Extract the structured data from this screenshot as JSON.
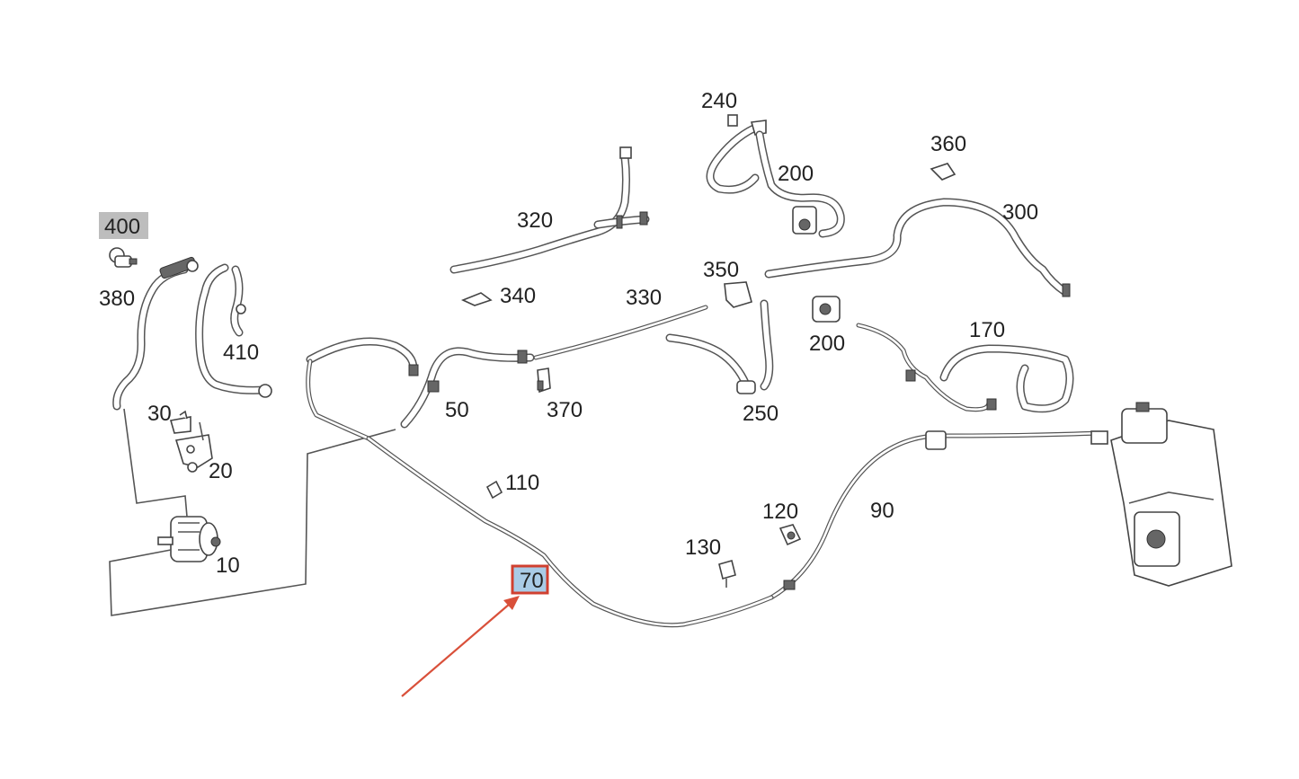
{
  "callouts": {
    "c400": "400",
    "c380": "380",
    "c410": "410",
    "c30": "30",
    "c20": "20",
    "c10": "10",
    "c320": "320",
    "c340": "340",
    "c330": "330",
    "c50": "50",
    "c370": "370",
    "c240": "240",
    "c200a": "200",
    "c360": "360",
    "c300": "300",
    "c350": "350",
    "c200b": "200",
    "c170": "170",
    "c250": "250",
    "c110": "110",
    "c120": "120",
    "c130": "130",
    "c90": "90",
    "c70": "70"
  },
  "highlights": {
    "c400": "gray",
    "c70": "blue"
  },
  "colors": {
    "arrow": "#d9503a",
    "highlight_box_border": "#d04030",
    "highlight_box_fill": "#a9cbe6",
    "highlight_gray": "#bdbdbd",
    "linework": "#555555"
  }
}
